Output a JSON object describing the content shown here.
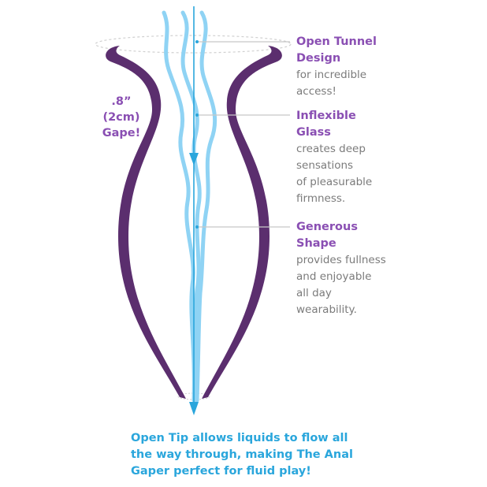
{
  "callouts": [
    {
      "title": [
        "Open Tunnel",
        "Design"
      ],
      "desc": [
        "for incredible",
        "access!"
      ]
    },
    {
      "title": [
        "Inflexible",
        "Glass"
      ],
      "desc": [
        "creates deep",
        "sensations",
        "of pleasurable",
        "firmness."
      ]
    },
    {
      "title": [
        "Generous",
        "Shape"
      ],
      "desc": [
        "provides fullness",
        "and enjoyable",
        "all day",
        "wearability."
      ]
    }
  ],
  "gape": [
    ".8”",
    "(2cm)",
    "Gape!"
  ],
  "tip": [
    "Open Tip allows liquids to flow all",
    "the way through, making The Anal",
    "Gaper perfect for fluid play!"
  ],
  "colors": {
    "purple": "#5b2e6e",
    "label_purple": "#8a4fb3",
    "water": "#8fd3f4",
    "arrow_blue": "#2aa6dc",
    "gray_text": "#7b7b7b",
    "leader": "#c8c8c8"
  }
}
